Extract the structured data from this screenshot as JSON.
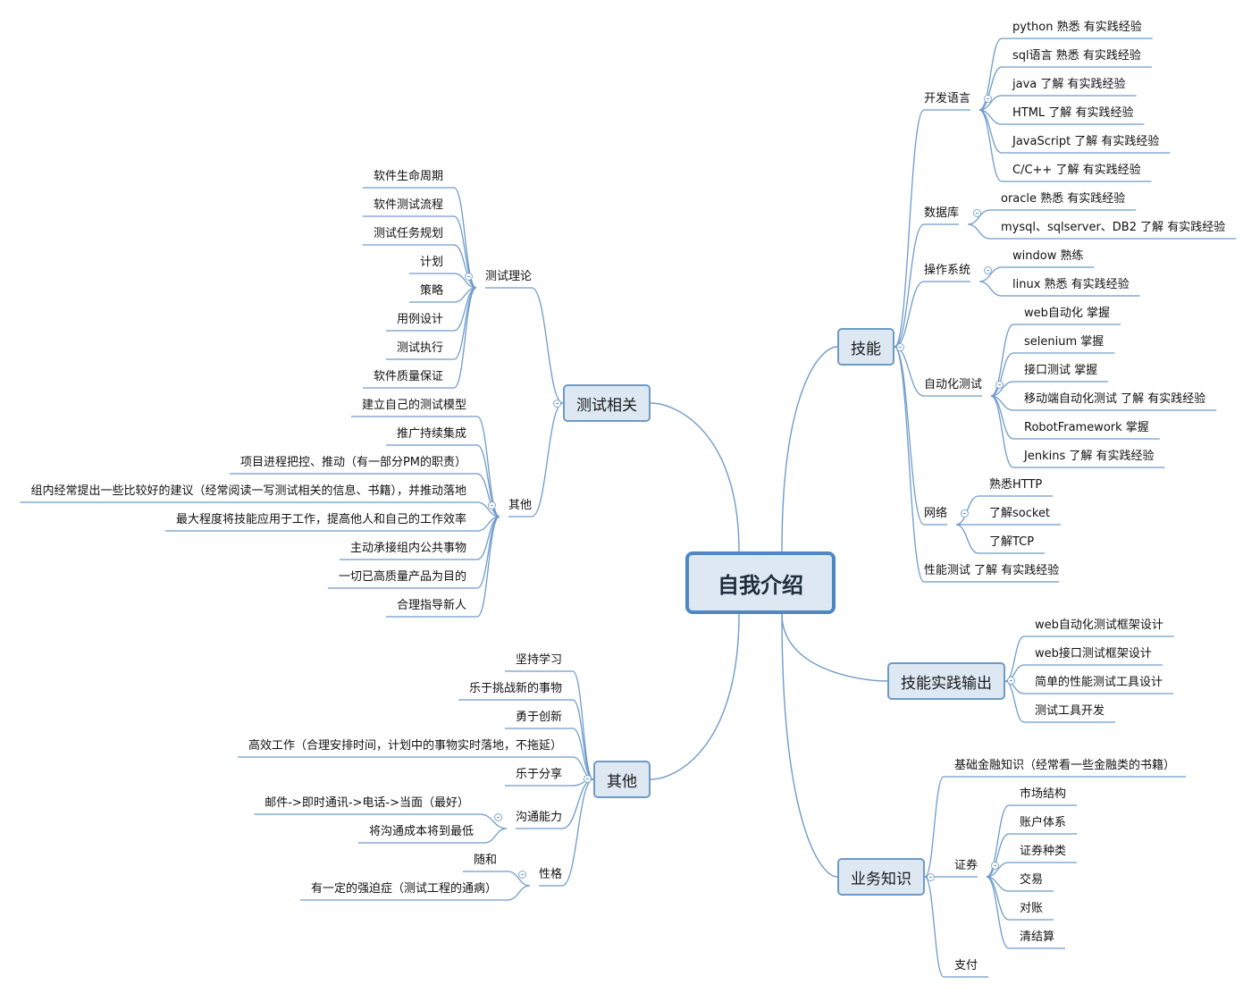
{
  "root": "自我介绍",
  "branches": {
    "skills": {
      "label": "技能",
      "groups": {
        "dev_lang": {
          "label": "开发语言",
          "items": [
            "python 熟悉 有实践经验",
            "sql语言 熟悉 有实践经验",
            "java 了解 有实践经验",
            "HTML 了解 有实践经验",
            "JavaScript 了解 有实践经验",
            "C/C++ 了解 有实践经验"
          ]
        },
        "database": {
          "label": "数据库",
          "items": [
            "oracle 熟悉 有实践经验",
            "mysql、sqlserver、DB2 了解 有实践经验"
          ]
        },
        "os": {
          "label": "操作系统",
          "items": [
            "window 熟练",
            "linux 熟悉 有实践经验"
          ]
        },
        "automation": {
          "label": "自动化测试",
          "items": [
            "web自动化 掌握",
            "selenium 掌握",
            "接口测试 掌握",
            "移动端自动化测试 了解 有实践经验",
            "RobotFramework 掌握",
            "Jenkins 了解 有实践经验"
          ]
        },
        "network": {
          "label": "网络",
          "items": [
            "熟悉HTTP",
            "了解socket",
            "了解TCP"
          ]
        },
        "perf": {
          "label": "性能测试 了解 有实践经验"
        }
      }
    },
    "practice": {
      "label": "技能实践输出",
      "items": [
        "web自动化测试框架设计",
        "web接口测试框架设计",
        "简单的性能测试工具设计",
        "测试工具开发"
      ]
    },
    "business": {
      "label": "业务知识",
      "finance": "基础金融知识（经常看一些金融类的书籍）",
      "securities": {
        "label": "证券",
        "items": [
          "市场结构",
          "账户体系",
          "证券种类",
          "交易",
          "对账",
          "清结算"
        ]
      },
      "payment": "支付"
    },
    "testing": {
      "label": "测试相关",
      "theory": {
        "label": "测试理论",
        "items": [
          "软件生命周期",
          "软件测试流程",
          "测试任务规划",
          "计划",
          "策略",
          "用例设计",
          "测试执行",
          "软件质量保证"
        ]
      },
      "others": {
        "label": "其他",
        "items": [
          "建立自己的测试模型",
          "推广持续集成",
          "项目进程把控、推动（有一部分PM的职责）",
          "组内经常提出一些比较好的建议（经常阅读一写测试相关的信息、书籍），并推动落地",
          "最大程度将技能应用于工作，提高他人和自己的工作效率",
          "主动承接组内公共事物",
          "一切已高质量产品为目的",
          "合理指导新人"
        ]
      }
    },
    "other": {
      "label": "其他",
      "items": [
        "坚持学习",
        "乐于挑战新的事物",
        "勇于创新",
        "高效工作（合理安排时间，计划中的事物实时落地，不拖延）",
        "乐于分享"
      ],
      "communication": {
        "label": "沟通能力",
        "items": [
          "邮件->即时通讯->电话->当面（最好）",
          "将沟通成本将到最低"
        ]
      },
      "personality": {
        "label": "性格",
        "items": [
          "随和",
          "有一定的强迫症（测试工程的通病）"
        ]
      }
    }
  },
  "colors": {
    "link": "#6f9bcb",
    "box_fill": "#dde8f3",
    "box_border": "#6e9ac6",
    "root_border": "#4f86c6"
  }
}
